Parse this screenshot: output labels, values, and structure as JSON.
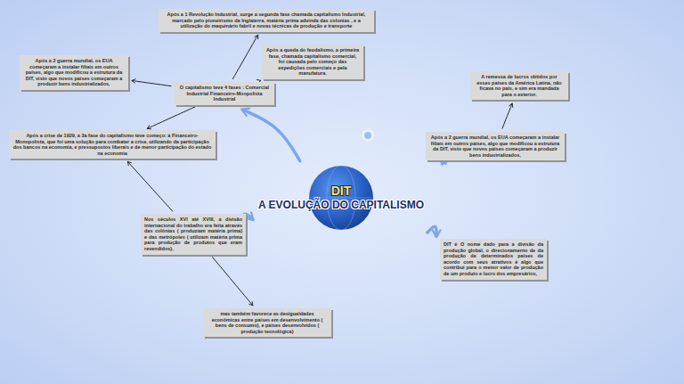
{
  "diagram": {
    "nodes": [
      {
        "text": [
          "DIT",
          "A EVOLUÇÃO DO CAPITALISMO"
        ]
      },
      {
        "text": [
          "Após a 1 Revolução Industrial, surge a segunda fase chamada capitalismo Industrial, marcado pelo pioneirismo da Inglaterra, matéria prima advinda das colonias , e a utilização do maquinário fabril e novas técnicas de produção e transporte"
        ]
      },
      {
        "text": [
          "Após a queda do feudalismo, a primeira fase, chamada capitalismo comercial, foi causada pelo começo das expedições comerciais e pela manufatura."
        ]
      },
      {
        "text": [
          "Após a 2 guerra mundial, os EUA começaram a instalar filiais em outros países, algo que modificou a estrutura da DIT, visto que novos países começaram a produzir bens industrializados,"
        ]
      },
      {
        "text": [
          "O capitalismo teve 4 fases : Comercial Industrial Financeiro-Moopolista Industrial"
        ]
      },
      {
        "text": [
          "Após a crise de 1929, a 3a fase do capitalismo teve começo: a Financeiro-Monopolista, que foi uma solução para combater a crise, utilizando da participação dos bancos na economia, e pressupostos liberais e de menor participação do estado na economia"
        ]
      },
      {
        "text": [
          "A remessa de lucros obtidos por esses países da América Latina, não ficava no país, e sim era mandada para o exterior."
        ]
      },
      {
        "text": [
          "Após a 2 guerra mundial, os EUA começaram a instalar filiais em outros países, algo que modificou a estrutura da DIT, visto que novos países começaram a produzir bens industrializados,"
        ]
      },
      {
        "text": [
          "Nos séculos XVI até XVIII, a divisão internacional do trabalho era feita através das colônias ( produziam matéria prima) e das metrópoles ( utilizam matéria prima para produção de produtos que eram revendidos),"
        ]
      },
      {
        "text": [
          "DIT é O nome dado para a divisão da produção global, o direcionamento de da produção de determinados países de acordo com seus atrativos é algo que contribui para o menor valor de produção de um produto e lucro dos empresários,"
        ]
      },
      {
        "text": [
          "mas também favorece as desigualdades econômicas entre países em desenvolvimento ( bens de consumo), e países desenvolvidos ( produção tecnológica)"
        ]
      }
    ],
    "edges": [
      {
        "from": 0,
        "to": 4,
        "arrow": "to"
      },
      {
        "from": 0,
        "to": 7,
        "arrow": "to"
      },
      {
        "from": 0,
        "to": 8,
        "arrow": "to"
      },
      {
        "from": 0,
        "to": 9,
        "arrow": "to"
      },
      {
        "from": 4,
        "to": 1,
        "arrow": "to"
      },
      {
        "from": 4,
        "to": 2,
        "arrow": "to"
      },
      {
        "from": 4,
        "to": 3,
        "arrow": "to"
      },
      {
        "from": 4,
        "to": 5,
        "arrow": "to"
      },
      {
        "from": 7,
        "to": 6,
        "arrow": "to"
      },
      {
        "from": 8,
        "to": 5,
        "arrow": "to"
      },
      {
        "from": 8,
        "to": 10,
        "arrow": "to"
      }
    ]
  }
}
